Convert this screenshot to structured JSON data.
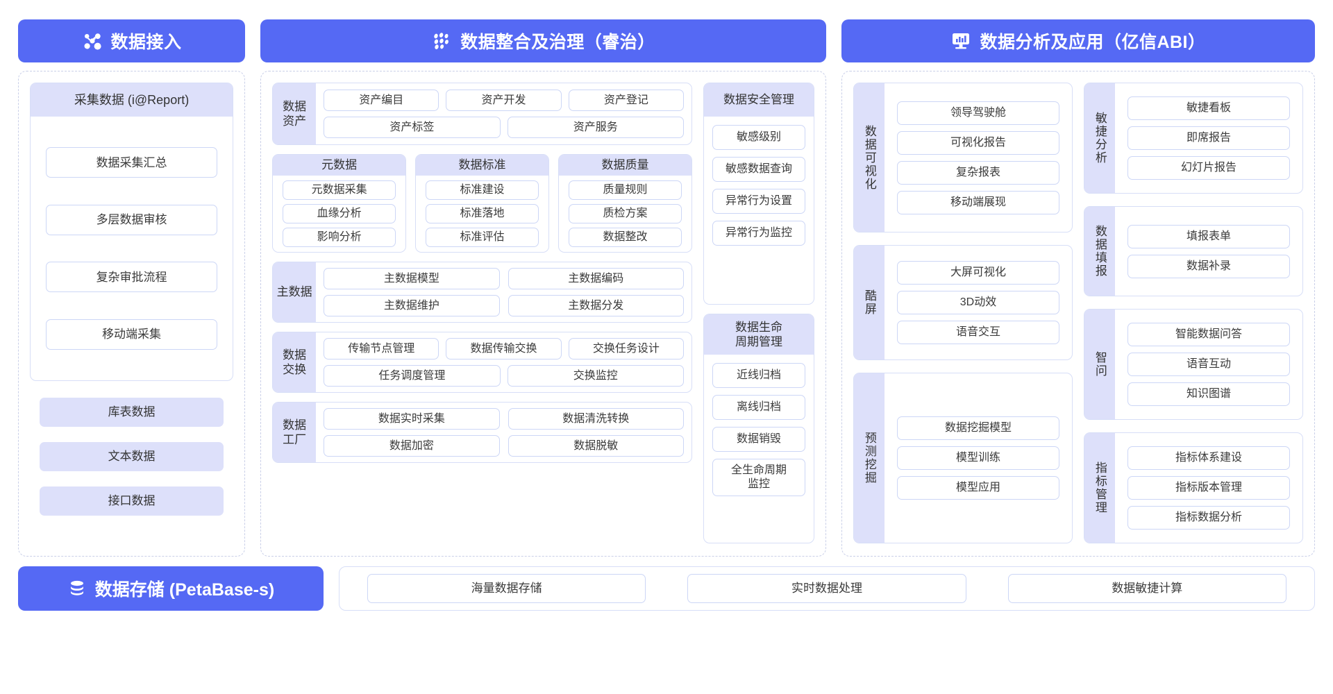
{
  "pillars": [
    {
      "title": "数据接入",
      "icon": "network-nodes-icon",
      "collect": {
        "title": "采集数据 (i@Report)",
        "items": [
          "数据采集汇总",
          "多层数据审核",
          "复杂审批流程",
          "移动端采集"
        ]
      },
      "sources": [
        "库表数据",
        "文本数据",
        "接口数据"
      ]
    },
    {
      "title": "数据整合及治理（睿治）",
      "icon": "data-dots-icon",
      "asset": {
        "label": "数据\n资产",
        "row1": [
          "资产编目",
          "资产开发",
          "资产登记"
        ],
        "row2": [
          "资产标签",
          "资产服务"
        ]
      },
      "triple": [
        {
          "title": "元数据",
          "items": [
            "元数据采集",
            "血缘分析",
            "影响分析"
          ]
        },
        {
          "title": "数据标准",
          "items": [
            "标准建设",
            "标准落地",
            "标准评估"
          ]
        },
        {
          "title": "数据质量",
          "items": [
            "质量规则",
            "质检方案",
            "数据整改"
          ]
        }
      ],
      "master": {
        "label": "主数据",
        "row1": [
          "主数据模型",
          "主数据编码"
        ],
        "row2": [
          "主数据维护",
          "主数据分发"
        ]
      },
      "exchange": {
        "label": "数据\n交换",
        "row1": [
          "传输节点管理",
          "数据传输交换",
          "交换任务设计"
        ],
        "row2": [
          "任务调度管理",
          "交换监控"
        ]
      },
      "factory": {
        "label": "数据\n工厂",
        "row1": [
          "数据实时采集",
          "数据清洗转换"
        ],
        "row2": [
          "数据加密",
          "数据脱敏"
        ]
      },
      "security": {
        "title": "数据安全管理",
        "items": [
          "敏感级别",
          "敏感数据查询",
          "异常行为设置",
          "异常行为监控"
        ]
      },
      "lifecycle": {
        "title": "数据生命\n周期管理",
        "items": [
          "近线归档",
          "离线归档",
          "数据销毁",
          "全生命周期\n监控"
        ]
      }
    },
    {
      "title": "数据分析及应用（亿信ABI）",
      "icon": "monitor-chart-icon",
      "colA": [
        {
          "label": "数据可视化",
          "items": [
            "领导驾驶舱",
            "可视化报告",
            "复杂报表",
            "移动端展现"
          ]
        },
        {
          "label": "酷屏",
          "items": [
            "大屏可视化",
            "3D动效",
            "语音交互"
          ]
        },
        {
          "label": "预测挖掘",
          "items": [
            "数据挖掘模型",
            "模型训练",
            "模型应用"
          ]
        }
      ],
      "colB": [
        {
          "label": "敏捷分析",
          "items": [
            "敏捷看板",
            "即席报告",
            "幻灯片报告"
          ]
        },
        {
          "label": "数据填报",
          "items": [
            "填报表单",
            "数据补录"
          ]
        },
        {
          "label": "智问",
          "items": [
            "智能数据问答",
            "语音互动",
            "知识图谱"
          ]
        },
        {
          "label": "指标管理",
          "items": [
            "指标体系建设",
            "指标版本管理",
            "指标数据分析"
          ]
        }
      ]
    }
  ],
  "storage": {
    "title": "数据存储 (PetaBase-s)",
    "icon": "database-icon",
    "items": [
      "海量数据存储",
      "实时数据处理",
      "数据敏捷计算"
    ]
  },
  "colors": {
    "brand": "#5569f4",
    "lavender": "#dde0fa",
    "border": "#ccd6f6",
    "dashed": "#c9cfe8"
  }
}
